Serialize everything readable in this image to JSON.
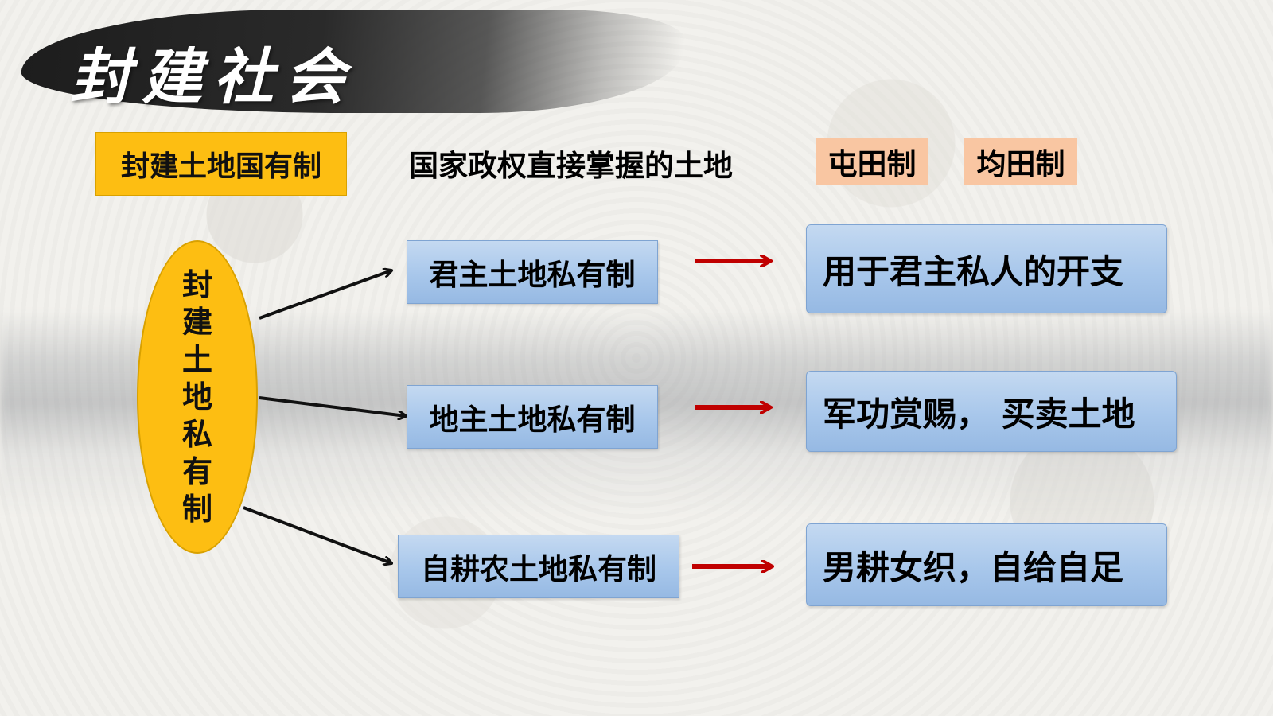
{
  "title": "封建社会",
  "state_ownership": {
    "label": "封建土地国有制",
    "description": "国家政权直接掌握的土地",
    "systems": [
      "屯田制",
      "均田制"
    ]
  },
  "private_ownership": {
    "label": "封建土地私有制",
    "branches": [
      {
        "type": "君主土地私有制",
        "use": "用于君主私人的开支"
      },
      {
        "type": "地主土地私有制",
        "use": "军功赏赐，  买卖土地"
      },
      {
        "type": "自耕农土地私有制",
        "use": "男耕女织，自给自足"
      }
    ]
  },
  "colors": {
    "accent_yellow": "#fdbe12",
    "tag_peach": "#f9c6a2",
    "box_blue": "#a8c7eb",
    "arrow_red": "#c00000"
  }
}
